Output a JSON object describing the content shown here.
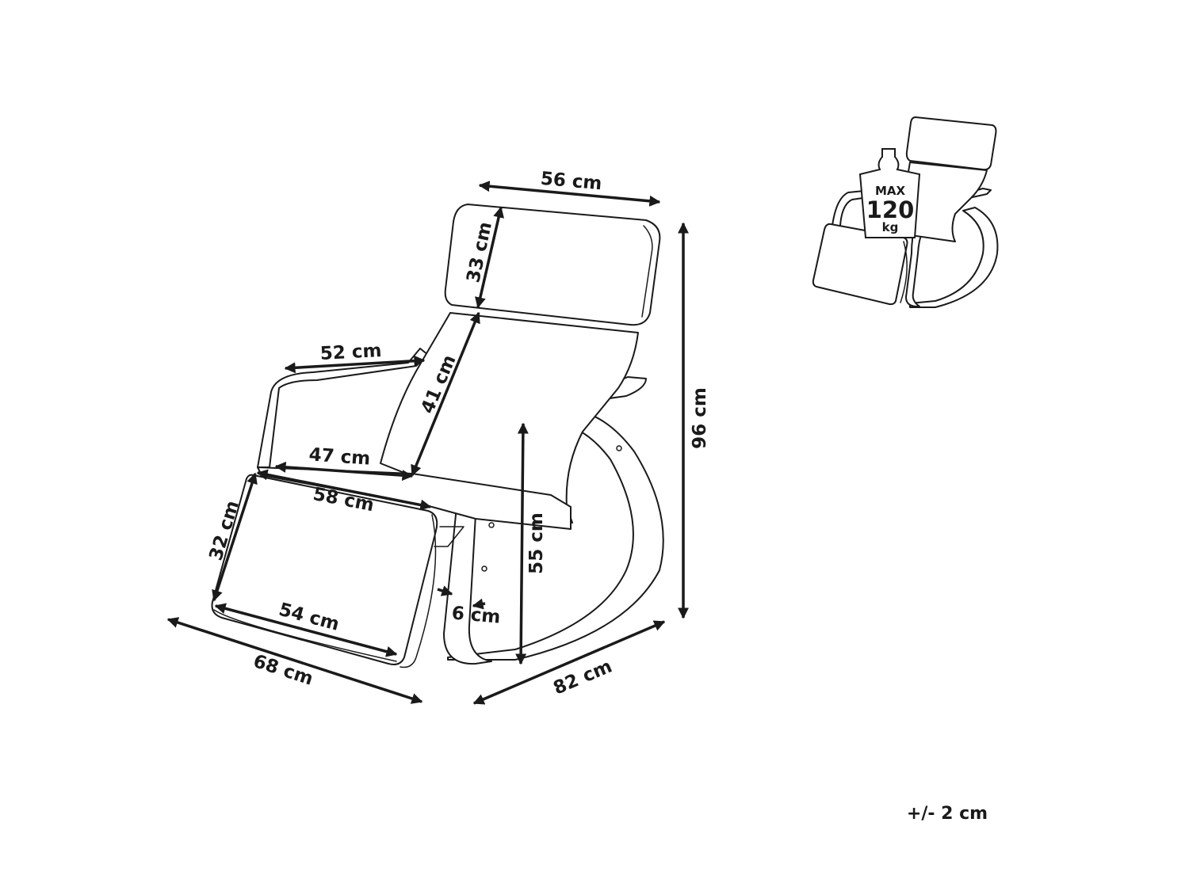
{
  "dimensions": {
    "headrest_width": "56 cm",
    "headrest_height": "33 cm",
    "armrest_length": "52 cm",
    "backrest_height": "41 cm",
    "total_height": "96 cm",
    "seat_width": "47 cm",
    "seat_depth": "58 cm",
    "footrest_height": "32 cm",
    "footrest_width": "54 cm",
    "total_width": "68 cm",
    "total_depth": "82 cm",
    "seat_height": "55 cm",
    "rocker_thickness": "6 cm"
  },
  "weight_badge": {
    "top": "MAX",
    "value": "120",
    "unit": "kg"
  },
  "tolerance": "+/- 2 cm",
  "colors": {
    "line": "#1a1a1a",
    "background": "#ffffff"
  }
}
